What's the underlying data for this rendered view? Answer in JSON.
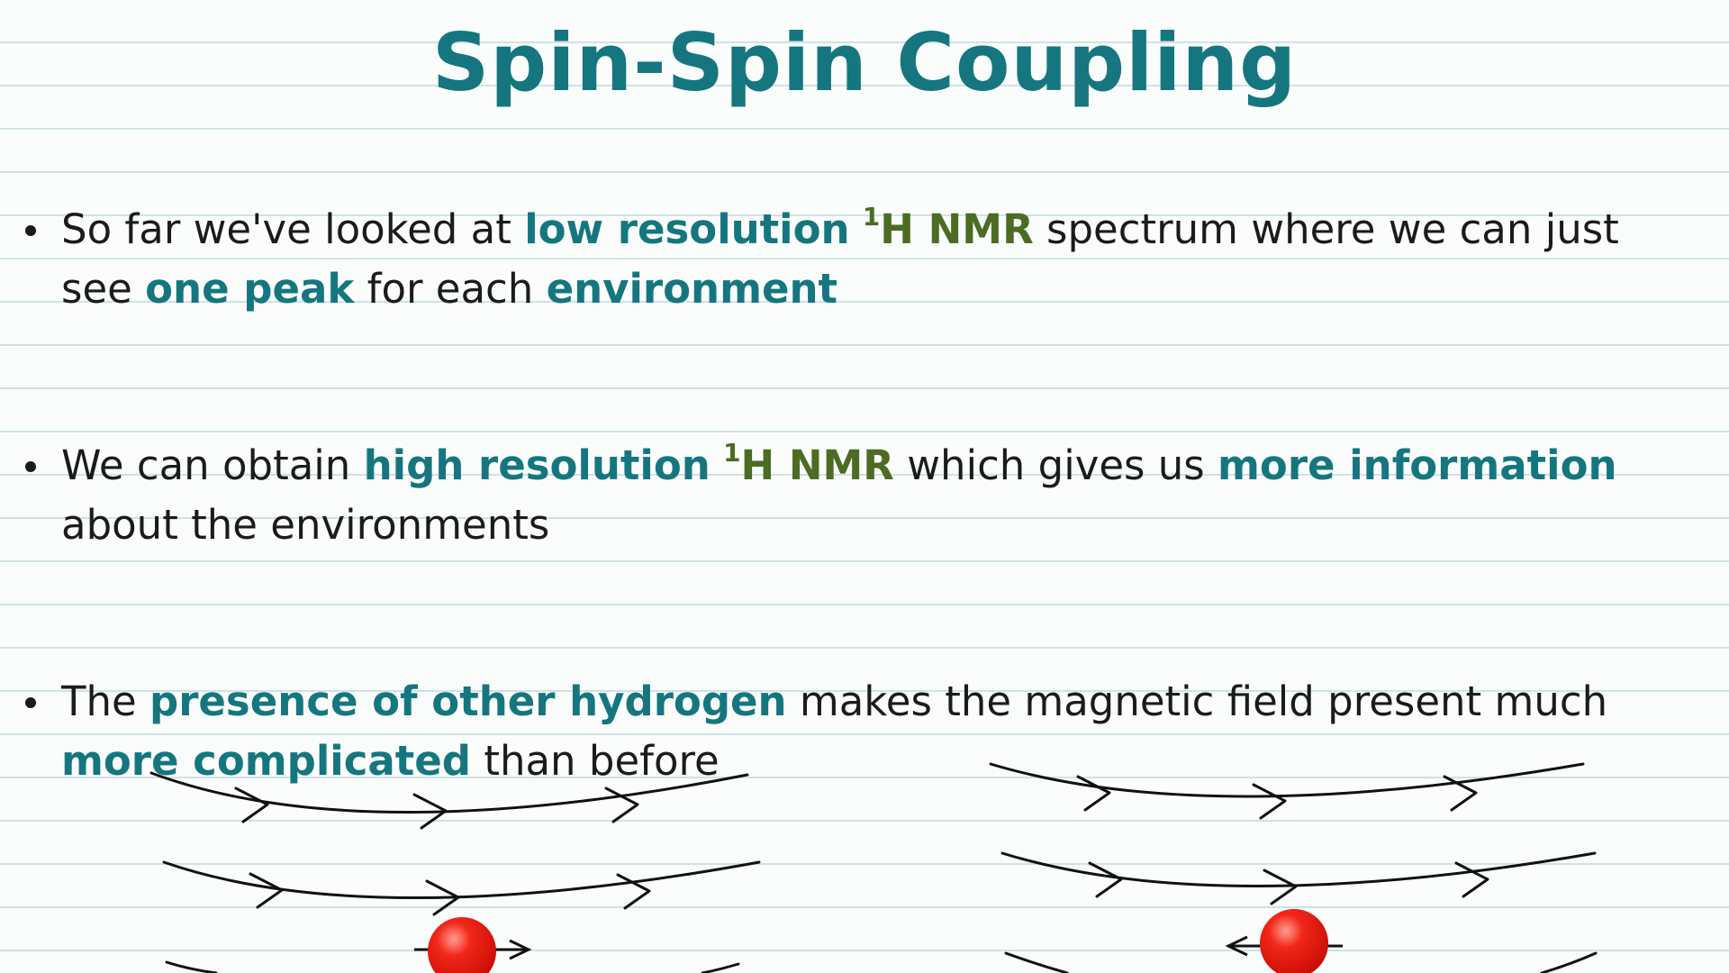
{
  "slide": {
    "title": "Spin-Spin Coupling"
  },
  "bullets": [
    {
      "segments": [
        {
          "text": "So far we've looked at ",
          "style": "plain"
        },
        {
          "text": "low resolution",
          "style": "key"
        },
        {
          "text": " ",
          "style": "plain"
        },
        {
          "text": "1",
          "style": "nmr-sup"
        },
        {
          "text": "H NMR",
          "style": "nmr"
        },
        {
          "text": " spectrum where we can just see ",
          "style": "plain"
        },
        {
          "text": "one peak",
          "style": "key"
        },
        {
          "text": " for each ",
          "style": "plain"
        },
        {
          "text": "environment",
          "style": "key"
        }
      ]
    },
    {
      "segments": [
        {
          "text": "We can obtain ",
          "style": "plain"
        },
        {
          "text": "high resolution",
          "style": "key"
        },
        {
          "text": " ",
          "style": "plain"
        },
        {
          "text": "1",
          "style": "nmr-sup"
        },
        {
          "text": "H NMR",
          "style": "nmr"
        },
        {
          "text": " which gives us ",
          "style": "plain"
        },
        {
          "text": "more information",
          "style": "key"
        },
        {
          "text": " about the environments",
          "style": "plain"
        }
      ]
    },
    {
      "segments": [
        {
          "text": "The ",
          "style": "plain"
        },
        {
          "text": "presence of other hydrogen",
          "style": "key"
        },
        {
          "text": " makes the magnetic field present much ",
          "style": "plain"
        },
        {
          "text": "more complicated",
          "style": "key"
        },
        {
          "text": " than before",
          "style": "plain"
        }
      ]
    }
  ],
  "diagram": {
    "panels": [
      {
        "spin_direction": "right"
      },
      {
        "spin_direction": "left"
      }
    ],
    "colors": {
      "field_line": "#111111",
      "nucleus": "#e8170c",
      "nucleus_highlight": "#ff8a7a",
      "accent_teal": "#15767f",
      "accent_green": "#4b6c22"
    }
  }
}
